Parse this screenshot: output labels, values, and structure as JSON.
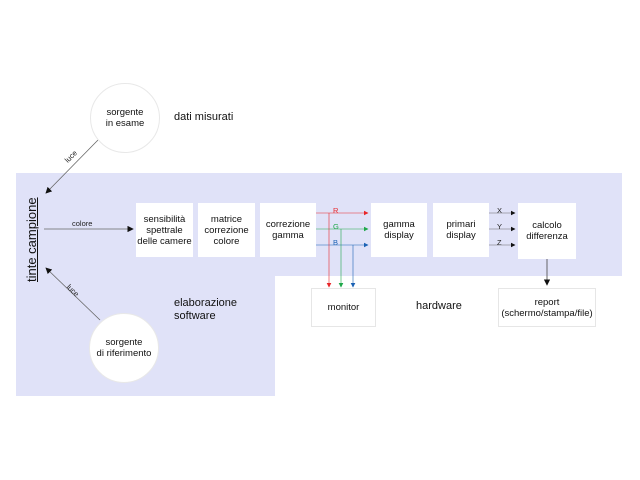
{
  "diagram": {
    "vertical_label": "tinte campione",
    "labels": {
      "measured_data": "dati misurati",
      "software": "elaborazione\nsoftware",
      "hardware": "hardware",
      "luce_top": "luce",
      "luce_bottom": "luce",
      "colore": "colore"
    },
    "circles": {
      "source_test": "sorgente\nin esame",
      "source_ref": "sorgente\ndi riferimento"
    },
    "boxes": {
      "camera_sensitivity": "sensibilità\nspettrale\ndelle camere",
      "correction_matrix": "matrice\ncorrezione\ncolore",
      "gamma_correction": "correzione\ngamma",
      "display_gamma": "gamma\ndisplay",
      "display_primaries": "primari\ndisplay",
      "difference_calc": "calcolo\ndifferenza",
      "monitor": "monitor",
      "report": "report\n(schermo/stampa/file)"
    },
    "channels": {
      "rgb": [
        "R",
        "G",
        "B"
      ],
      "xyz": [
        "X",
        "Y",
        "Z"
      ]
    },
    "colors": {
      "software_area": "#e0e2f8",
      "red": "#e8262a",
      "green": "#1fa84a",
      "blue": "#1b62b4",
      "arrow": "#111111"
    }
  }
}
